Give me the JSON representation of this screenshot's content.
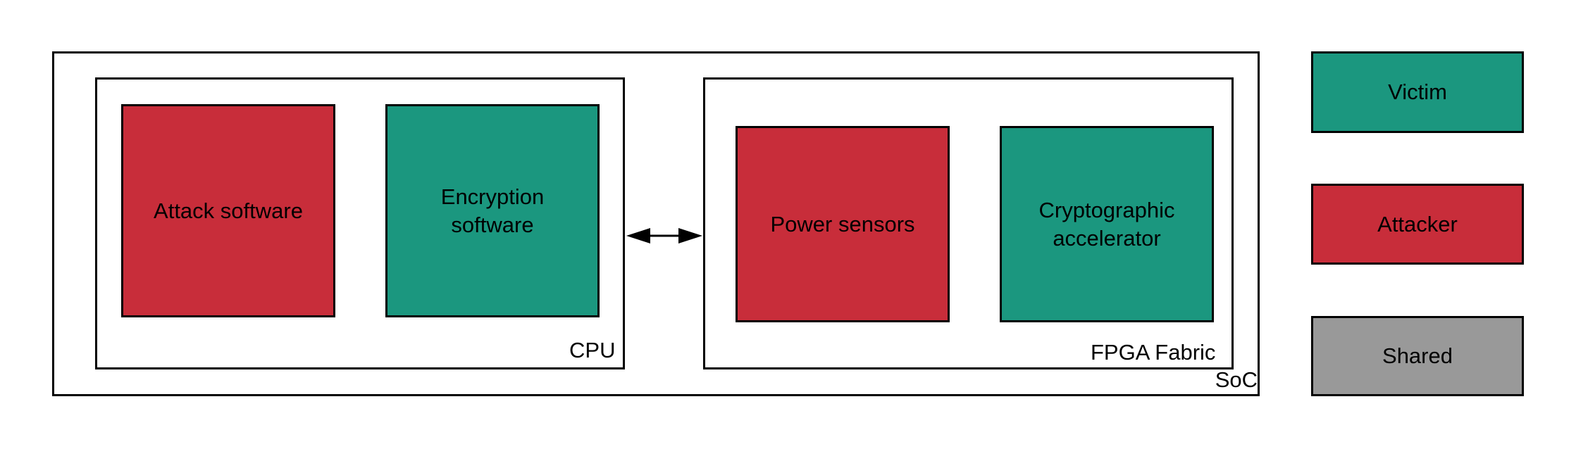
{
  "diagram": {
    "containers": {
      "soc": {
        "label": "SoC"
      },
      "cpu": {
        "label": "CPU"
      },
      "fpga": {
        "label": "FPGA Fabric"
      }
    },
    "blocks": {
      "attack_software": {
        "lines": [
          "Attack software"
        ],
        "role": "Attacker"
      },
      "encryption_software": {
        "lines": [
          "Encryption",
          "software"
        ],
        "role": "Victim"
      },
      "power_sensors": {
        "lines": [
          "Power sensors"
        ],
        "role": "Attacker"
      },
      "cryptographic_accelerator": {
        "lines": [
          "Cryptographic",
          "accelerator"
        ],
        "role": "Victim"
      }
    },
    "connections": [
      {
        "from": "CPU",
        "to": "FPGA Fabric",
        "type": "bidirectional-arrow"
      }
    ],
    "legend": [
      {
        "label": "Victim",
        "color": "#1b977f"
      },
      {
        "label": "Attacker",
        "color": "#c82d3a"
      },
      {
        "label": "Shared",
        "color": "#999999"
      }
    ]
  }
}
